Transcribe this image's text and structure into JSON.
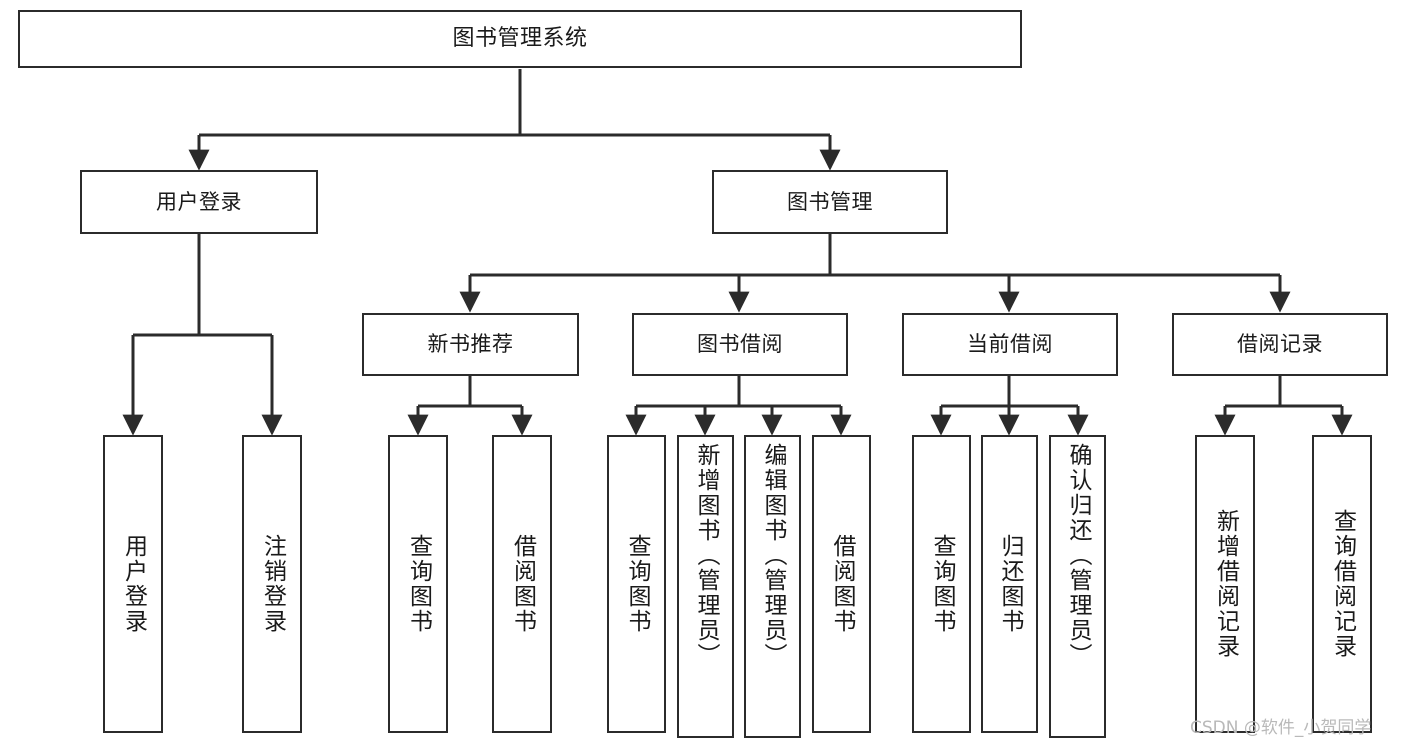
{
  "diagram": {
    "title": "图书管理系统",
    "type": "tree",
    "watermark": "CSDN @软件_小贺同学",
    "colors": {
      "stroke": "#2b2b2b",
      "fill": "#ffffff",
      "text": "#1a1a1a",
      "watermark": "#b9b9b9"
    },
    "nodes": {
      "root": {
        "label": "图书管理系统"
      },
      "level2": [
        {
          "id": "user-login",
          "label": "用户登录"
        },
        {
          "id": "book-manage",
          "label": "图书管理"
        }
      ],
      "level3": [
        {
          "id": "new-book-rec",
          "label": "新书推荐"
        },
        {
          "id": "book-borrow",
          "label": "图书借阅"
        },
        {
          "id": "current-borrow",
          "label": "当前借阅"
        },
        {
          "id": "borrow-record",
          "label": "借阅记录"
        }
      ],
      "leaves": {
        "user_login": [
          {
            "id": "leaf-user-login",
            "label": "用户登录"
          },
          {
            "id": "leaf-logout-login",
            "label": "注销登录"
          }
        ],
        "new_book_rec": [
          {
            "id": "leaf-query-book-1",
            "label": "查询图书"
          },
          {
            "id": "leaf-borrow-book-1",
            "label": "借阅图书"
          }
        ],
        "book_borrow": [
          {
            "id": "leaf-query-book-2",
            "label": "查询图书"
          },
          {
            "id": "leaf-add-book",
            "label": "新增图书（管理员）"
          },
          {
            "id": "leaf-edit-book",
            "label": "编辑图书（管理员）"
          },
          {
            "id": "leaf-borrow-book-2",
            "label": "借阅图书"
          }
        ],
        "current_borrow": [
          {
            "id": "leaf-query-book-3",
            "label": "查询图书"
          },
          {
            "id": "leaf-return-book",
            "label": "归还图书"
          },
          {
            "id": "leaf-confirm-return",
            "label": "确认归还（管理员）"
          }
        ],
        "borrow_record": [
          {
            "id": "leaf-add-record",
            "label": "新增借阅记录"
          },
          {
            "id": "leaf-query-record",
            "label": "查询借阅记录"
          }
        ]
      }
    }
  }
}
